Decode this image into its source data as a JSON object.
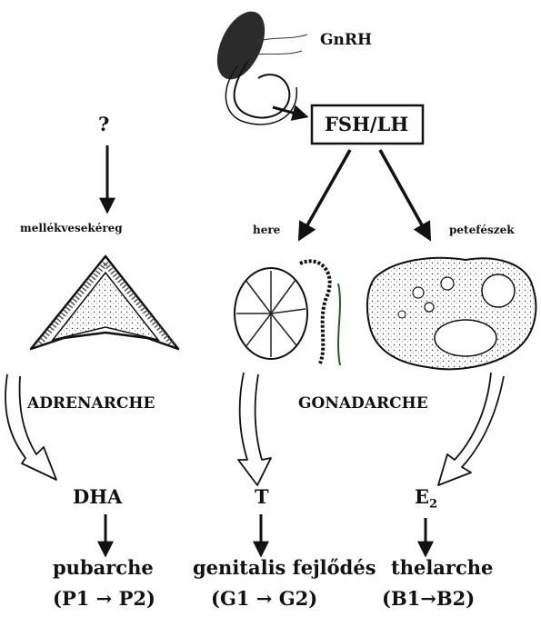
{
  "top": {
    "hormone": "GnRH",
    "box": "FSH/LH"
  },
  "adrenal": {
    "unknown": "?",
    "organ": "mellékvesekéreg",
    "process": "ADRENARCHE",
    "hormone": "DHA",
    "outcome": "pubarche",
    "stage_from": "P1",
    "stage_to": "P2"
  },
  "gonad": {
    "process": "GONADARCHE"
  },
  "male": {
    "organ": "here",
    "hormone": "T",
    "outcome": "genitalis fejlődés",
    "stage_from": "G1",
    "stage_to": "G2"
  },
  "female": {
    "organ": "petefészek",
    "hormone_base": "E",
    "hormone_sub": "2",
    "outcome": "thelarche",
    "stage_from": "B1",
    "stage_to": "B2"
  },
  "symbols": {
    "arrow": "→",
    "open_paren": "(",
    "close_paren": ")"
  }
}
